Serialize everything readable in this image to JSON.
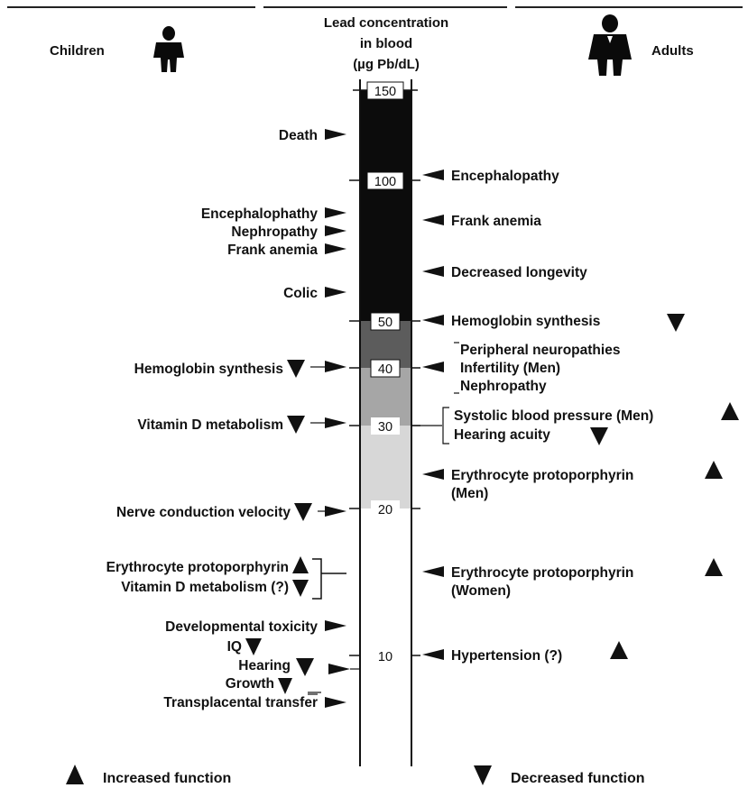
{
  "header": {
    "left": "Children",
    "right": "Adults",
    "center_lines": [
      "Lead concentration",
      "in blood",
      "(µg Pb/dL)"
    ]
  },
  "scale": {
    "ticks": [
      "150",
      "100",
      "50",
      "40",
      "30",
      "20",
      "10"
    ],
    "bands": [
      {
        "from": 50,
        "to": 150,
        "shade": "#0c0c0c"
      },
      {
        "from": 40,
        "to": 50,
        "shade": "#5c5c5c"
      },
      {
        "from": 30,
        "to": 40,
        "shade": "#a6a6a6"
      },
      {
        "from": 20,
        "to": 30,
        "shade": "#d7d7d7"
      }
    ]
  },
  "children_effects": [
    {
      "text": "Death",
      "marker": "none"
    },
    {
      "text": "Encephalophathy",
      "marker": "none"
    },
    {
      "text": "Nephropathy",
      "marker": "none"
    },
    {
      "text": "Frank anemia",
      "marker": "none"
    },
    {
      "text": "Colic",
      "marker": "none"
    },
    {
      "text": "Hemoglobin synthesis",
      "marker": "decreased"
    },
    {
      "text": "Vitamin D metabolism",
      "marker": "decreased"
    },
    {
      "text": "Nerve conduction velocity",
      "marker": "decreased"
    },
    {
      "text": "Erythrocyte protoporphyrin",
      "marker": "increased"
    },
    {
      "text": "Vitamin D metabolism (?)",
      "marker": "decreased"
    },
    {
      "text": "Developmental toxicity",
      "marker": "none"
    },
    {
      "text": "IQ",
      "marker": "decreased"
    },
    {
      "text": "Hearing",
      "marker": "decreased"
    },
    {
      "text": "Growth",
      "marker": "decreased"
    },
    {
      "text": "Transplacental transfer",
      "marker": "none"
    }
  ],
  "adult_effects": [
    {
      "text": "Encephalopathy",
      "marker": "none"
    },
    {
      "text": "Frank anemia",
      "marker": "none"
    },
    {
      "text": "Decreased longevity",
      "marker": "none"
    },
    {
      "text": "Hemoglobin synthesis",
      "marker": "decreased"
    },
    {
      "text": "Peripheral neuropathies",
      "marker": "none"
    },
    {
      "text": "Infertility (Men)",
      "marker": "none"
    },
    {
      "text": "Nephropathy",
      "marker": "none"
    },
    {
      "text": "Systolic blood pressure (Men)",
      "marker": "increased"
    },
    {
      "text": "Hearing acuity",
      "marker": "decreased"
    },
    {
      "text": "Erythrocyte protoporphyrin",
      "marker": "increased"
    },
    {
      "text": "(Men)",
      "marker": "none"
    },
    {
      "text": "Erythrocyte protoporphyrin",
      "marker": "increased"
    },
    {
      "text": "(Women)",
      "marker": "none"
    },
    {
      "text": "Hypertension (?)",
      "marker": "increased"
    }
  ],
  "legend": {
    "increased": "Increased function",
    "decreased": "Decreased function"
  },
  "icons": {
    "child": "child-figure-icon",
    "adult": "adult-figure-icon",
    "increase": "up-triangle-icon",
    "decrease": "down-triangle-icon",
    "pointer": "arrowhead-icon"
  }
}
